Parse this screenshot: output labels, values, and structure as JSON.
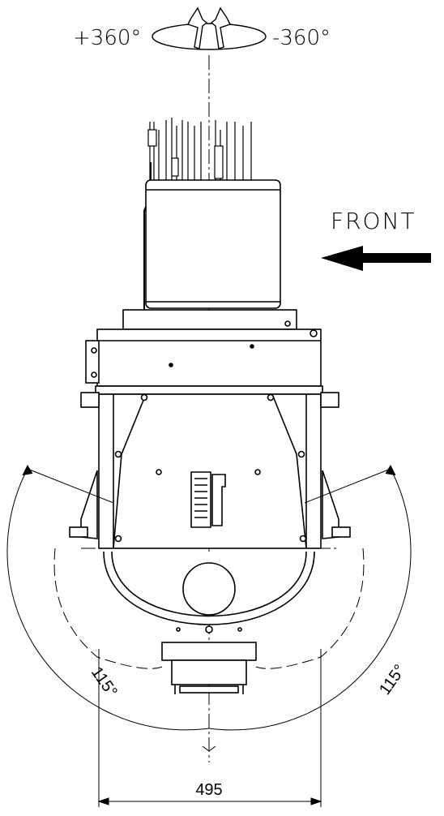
{
  "drawing": {
    "rotation_plus": "+360°",
    "rotation_minus": "-360°",
    "front_label": "FRONT",
    "tilt_left": "115°",
    "tilt_right": "115°",
    "width_dimension": "495"
  },
  "colors": {
    "ink": "#000000",
    "paper": "#ffffff"
  }
}
